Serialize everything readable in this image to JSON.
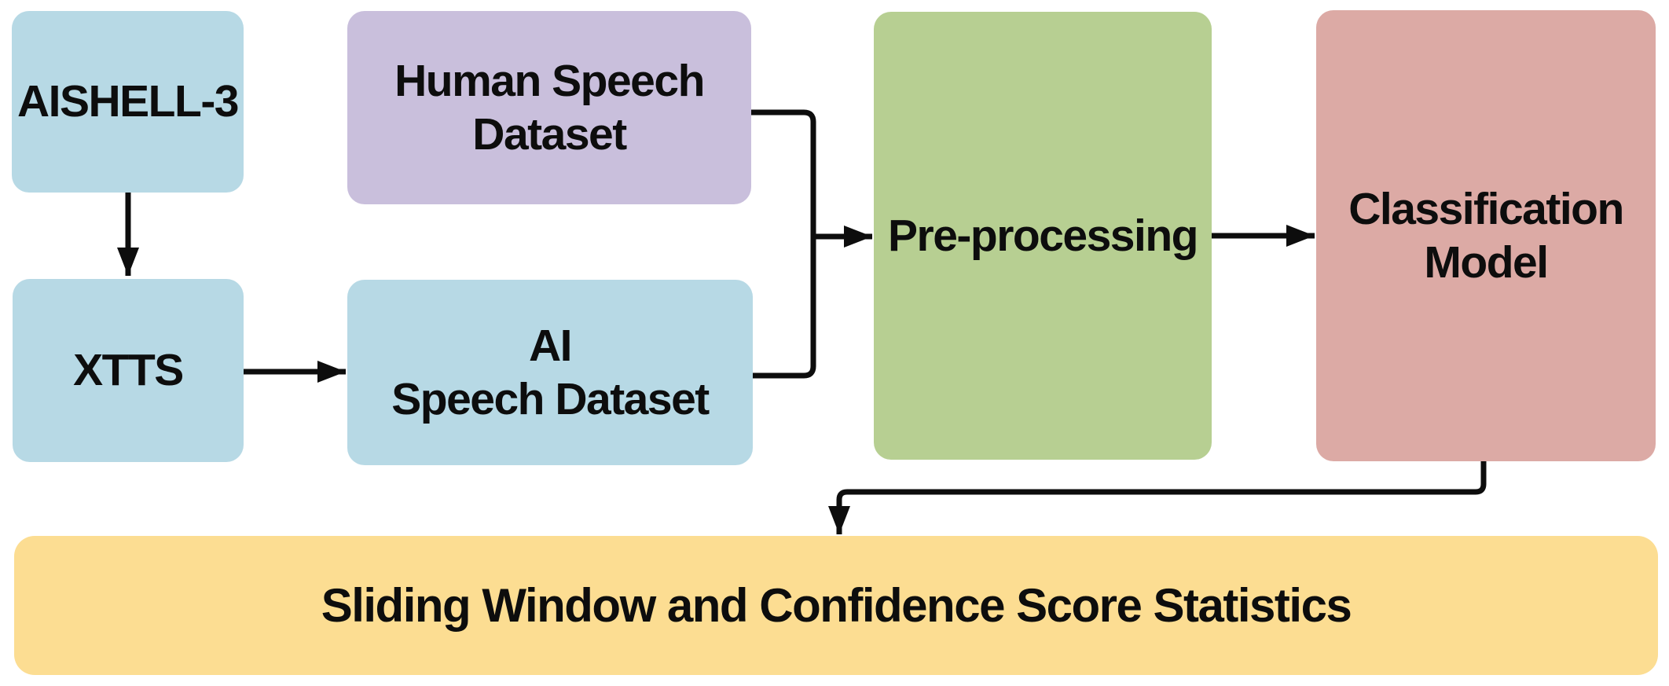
{
  "figure": {
    "type": "flowchart"
  },
  "nodes": {
    "aishell3": {
      "label": "AISHELL-3",
      "color": "#b7d9e5"
    },
    "human_speech_dataset": {
      "line1": "Human Speech",
      "line2": "Dataset",
      "color": "#c9bfdc"
    },
    "xtts": {
      "label": "XTTS",
      "color": "#b7d9e5"
    },
    "ai_speech_dataset": {
      "line1": "AI",
      "line2": "Speech Dataset",
      "color": "#b7d9e5"
    },
    "pre_processing": {
      "label": "Pre-processing",
      "color": "#b7cf92"
    },
    "classification_model": {
      "line1": "Classification",
      "line2": "Model",
      "color": "#dcaaa5"
    },
    "sliding_window": {
      "label": "Sliding Window and Confidence Score Statistics",
      "color": "#fcdd92"
    }
  },
  "edges": [
    {
      "from": "aishell3",
      "to": "xtts"
    },
    {
      "from": "xtts",
      "to": "ai_speech_dataset"
    },
    {
      "from": "human_speech_dataset",
      "to": "pre_processing"
    },
    {
      "from": "ai_speech_dataset",
      "to": "pre_processing"
    },
    {
      "from": "pre_processing",
      "to": "classification_model"
    },
    {
      "from": "classification_model",
      "to": "sliding_window"
    }
  ],
  "colors": {
    "arrow": "#0d0d0d",
    "text": "#0d0d0d",
    "background": "#ffffff"
  }
}
